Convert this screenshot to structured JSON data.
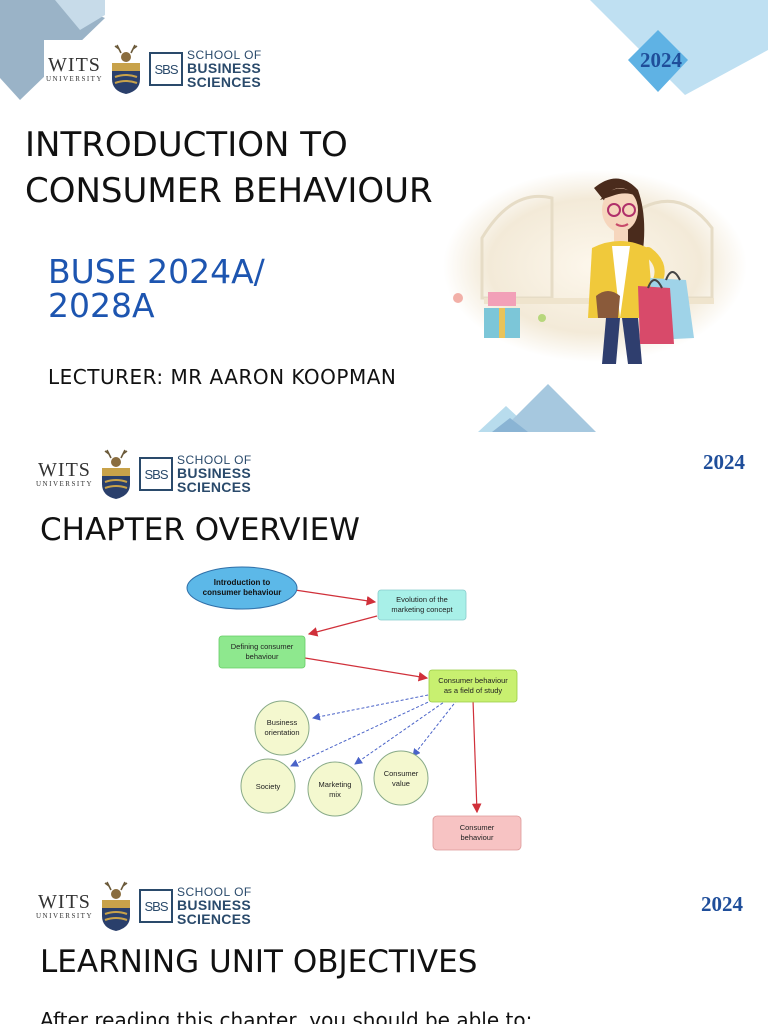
{
  "logo": {
    "wits_name": "WITS",
    "wits_sub": "UNIVERSITY",
    "sbs_mark": "SBS",
    "school_line1": "SCHOOL OF",
    "school_line2": "BUSINESS",
    "school_line3": "SCIENCES"
  },
  "slide1": {
    "year": "2024",
    "title_line1": "INTRODUCTION TO",
    "title_line2": "CONSUMER BEHAVIOUR",
    "course_line1": "BUSE 2024A/",
    "course_line2": "2028A",
    "lecturer": "LECTURER: MR AARON KOOPMAN"
  },
  "slide2": {
    "year": "2024",
    "title": "CHAPTER OVERVIEW",
    "diagram": {
      "intro": [
        "Introduction to",
        "consumer behaviour"
      ],
      "evolution": [
        "Evolution of the",
        "marketing concept"
      ],
      "defining": [
        "Defining consumer",
        "behaviour"
      ],
      "field": [
        "Consumer behaviour",
        "as a field of study"
      ],
      "business": [
        "Business",
        "orientation"
      ],
      "society": [
        "Society"
      ],
      "mix": [
        "Marketing",
        "mix"
      ],
      "value": [
        "Consumer",
        "value"
      ],
      "behaviour": [
        "Consumer",
        "behaviour"
      ]
    }
  },
  "slide3": {
    "year": "2024",
    "title": "LEARNING UNIT OBJECTIVES",
    "intro_text": "After reading this chapter, you should be able to:"
  },
  "colors": {
    "accent_blue": "#1d55b0",
    "year_blue": "#1f4e9a",
    "deco_light": "#a9d3ec",
    "deco_grey": "#8fa9bf"
  }
}
